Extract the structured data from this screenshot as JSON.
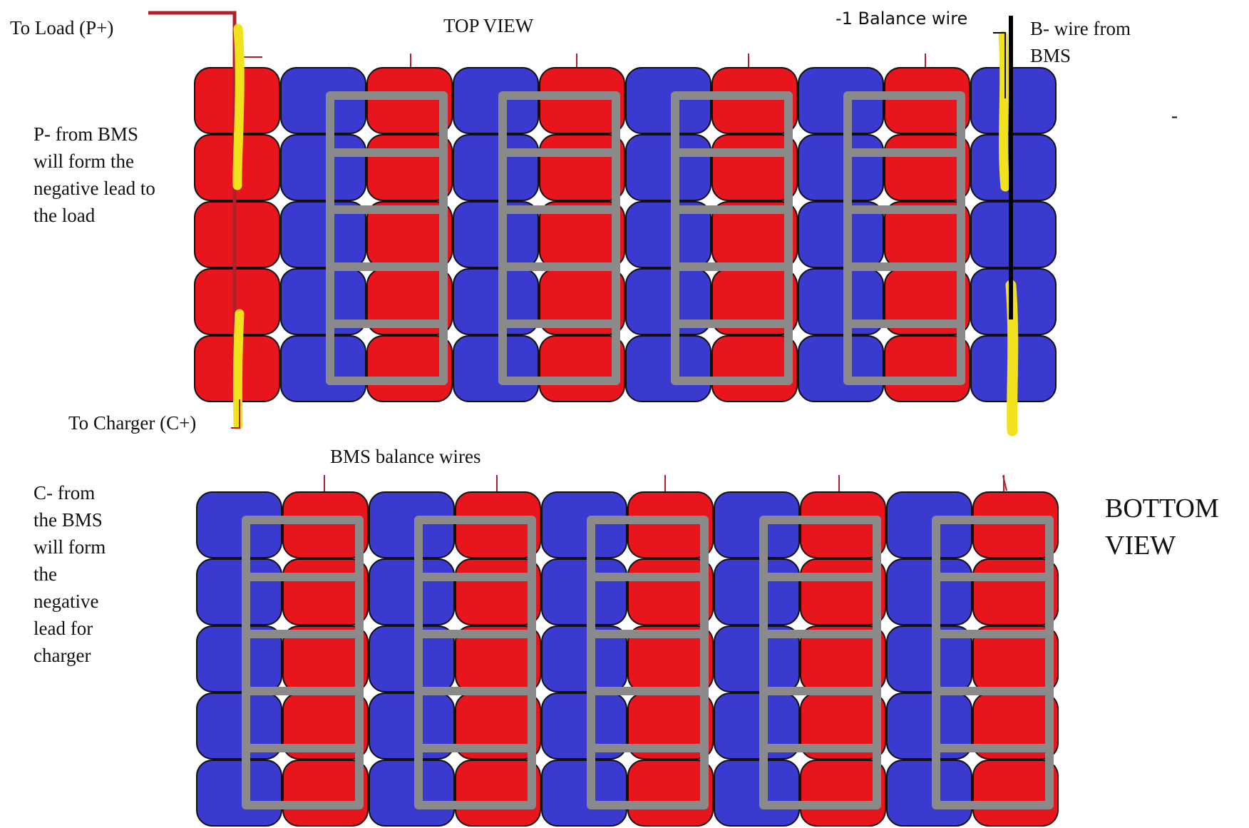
{
  "labels": {
    "to_load": "To Load   (P+)",
    "top_view": "TOP VIEW",
    "balance_wire_1": "-1 Balance wire",
    "b_minus": "B- wire from\nBMS",
    "p_minus": "P- from BMS\nwill form the\nnegative lead to\nthe load",
    "to_charger": "To Charger (C+)",
    "bms_balance_wires": "BMS balance wires",
    "c_minus": "C- from\nthe BMS\nwill form\nthe\nnegative\nlead for\ncharger",
    "bottom_view": "BOTTOM\nVIEW",
    "dash": "-"
  },
  "colors": {
    "cell_red": "#e8151d",
    "cell_blue": "#3a3ad0",
    "cell_outline": "#111111",
    "strip": "#8a8a8a",
    "lead_yellow": "#f2e21e",
    "lead_dark_red": "#b0202a",
    "wire_black": "#000000"
  },
  "packs": {
    "top": {
      "rows": 5,
      "columns": [
        "red",
        "blue",
        "red",
        "blue",
        "red",
        "blue",
        "red",
        "blue",
        "red",
        "blue"
      ]
    },
    "bottom": {
      "rows": 5,
      "columns": [
        "blue",
        "red",
        "blue",
        "red",
        "blue",
        "red",
        "blue",
        "red",
        "blue",
        "red"
      ]
    }
  }
}
